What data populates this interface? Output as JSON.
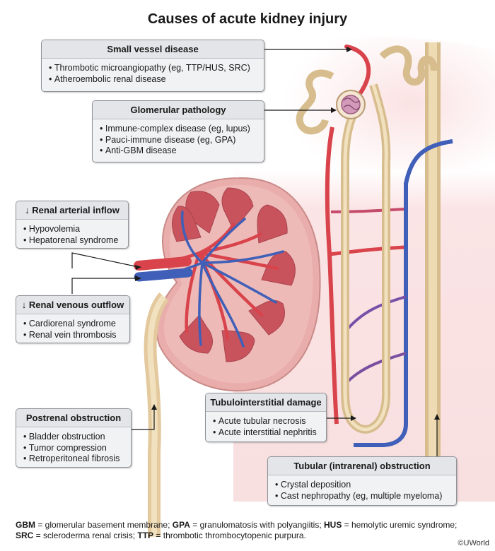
{
  "title": "Causes of acute kidney injury",
  "boxes": {
    "small_vessel": {
      "title": "Small vessel disease",
      "items": [
        "Thrombotic microangiopathy (eg, TTP/HUS, SRC)",
        "Atheroembolic renal disease"
      ]
    },
    "glomerular": {
      "title": "Glomerular pathology",
      "items": [
        "Immune-complex disease (eg, lupus)",
        "Pauci-immune disease (eg, GPA)",
        "Anti-GBM disease"
      ]
    },
    "arterial_inflow": {
      "title": "↓ Renal arterial inflow",
      "items": [
        "Hypovolemia",
        "Hepatorenal syndrome"
      ]
    },
    "venous_outflow": {
      "title": "↓ Renal venous outflow",
      "items": [
        "Cardiorenal syndrome",
        "Renal vein thrombosis"
      ]
    },
    "postrenal": {
      "title": "Postrenal obstruction",
      "items": [
        "Bladder obstruction",
        "Tumor compression",
        "Retroperitoneal fibrosis"
      ]
    },
    "tubulointerstitial": {
      "title": "Tubulointerstitial damage",
      "items": [
        "Acute tubular necrosis",
        "Acute interstitial nephritis"
      ]
    },
    "tubular_obstruction": {
      "title": "Tubular (intrarenal) obstruction",
      "items": [
        "Crystal deposition",
        "Cast nephropathy (eg, multiple myeloma)"
      ]
    }
  },
  "footer": {
    "line1": [
      {
        "abbr": "GBM",
        "def": " = glomerular basement membrane; "
      },
      {
        "abbr": "GPA",
        "def": " = granulomatosis with polyangiitis; "
      },
      {
        "abbr": "HUS",
        "def": " = hemolytic uremic syndrome;"
      }
    ],
    "line2": [
      {
        "abbr": "SRC",
        "def": " = scleroderma renal crisis; "
      },
      {
        "abbr": "TTP",
        "def": " = thrombotic thrombocytopenic purpura."
      }
    ]
  },
  "copyright": "©UWorld",
  "colors": {
    "artery": "#d9434b",
    "vein": "#3f5fb8",
    "tubule": "#e8d2a6",
    "kidney_tissue": "#eab0ae",
    "pyramid": "#c8525c",
    "background_band": "#f6d6d8"
  }
}
